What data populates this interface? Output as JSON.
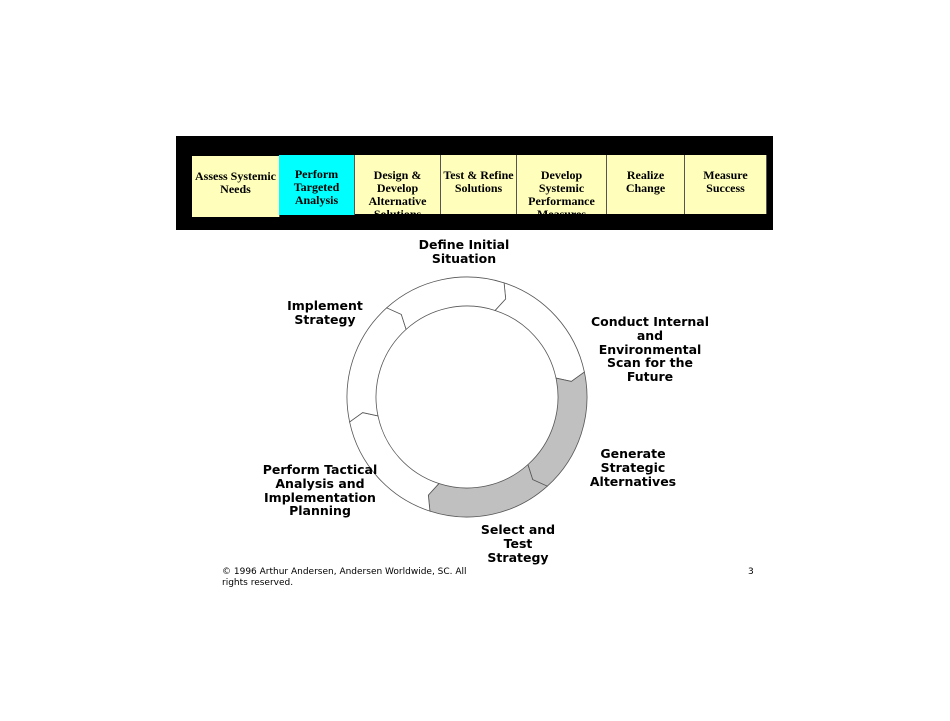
{
  "phases": [
    {
      "label": "Assess Systemic\nNeeds",
      "active": false
    },
    {
      "label": "Perform\nTargeted\nAnalysis",
      "active": true
    },
    {
      "label": "Design & Develop\nAlternative\nSolutions",
      "active": false
    },
    {
      "label": "Test & Refine\nSolutions",
      "active": false
    },
    {
      "label": "Develop Systemic\nPerformance\nMeasures",
      "active": false
    },
    {
      "label": "Realize Change",
      "active": false
    },
    {
      "label": "Measure Success",
      "active": false
    }
  ],
  "colors": {
    "phase_fill": "#ffffbb",
    "phase_active": "#00ffff",
    "banner": "#000000",
    "segment_default": "#ffffff",
    "segment_highlight": "#c0c0c0"
  },
  "cycle": {
    "steps": [
      {
        "label": "Define Initial\nSituation",
        "highlighted": false
      },
      {
        "label": "Conduct Internal\nand\nEnvironmental\nScan for the\nFuture",
        "highlighted": true
      },
      {
        "label": "Generate\nStrategic\nAlternatives",
        "highlighted": true
      },
      {
        "label": "Select and\nTest\nStrategy",
        "highlighted": false
      },
      {
        "label": "Perform Tactical\nAnalysis and\nImplementation\nPlanning",
        "highlighted": false
      },
      {
        "label": "Implement\nStrategy",
        "highlighted": false
      }
    ]
  },
  "footer": {
    "copyright": "© 1996 Arthur Andersen, Andersen Worldwide, SC. All rights reserved.",
    "page_number": "3"
  }
}
